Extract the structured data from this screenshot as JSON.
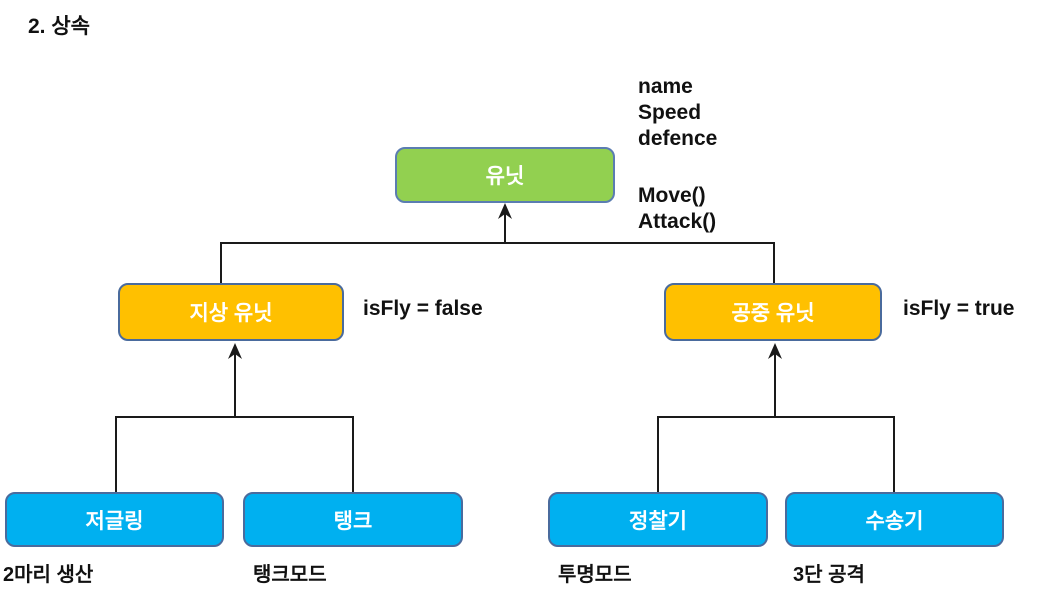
{
  "title": "2. 상속",
  "root": {
    "label": "유닛",
    "attributes": [
      "name",
      "Speed",
      "defence"
    ],
    "methods": [
      "Move()",
      "Attack()"
    ]
  },
  "branches": [
    {
      "label": "지상 유닛",
      "note": "isFly = false"
    },
    {
      "label": "공중 유닛",
      "note": "isFly = true"
    }
  ],
  "leaves": [
    {
      "label": "저글링",
      "caption": "2마리 생산"
    },
    {
      "label": "탱크",
      "caption": "탱크모드"
    },
    {
      "label": "정찰기",
      "caption": "투명모드"
    },
    {
      "label": "수송기",
      "caption": "3단 공격"
    }
  ],
  "colors": {
    "root_fill": "#92d050",
    "branch_fill": "#ffc000",
    "leaf_fill": "#00b0f0",
    "border": "#4a6b9d",
    "line": "#1a1a1a"
  }
}
